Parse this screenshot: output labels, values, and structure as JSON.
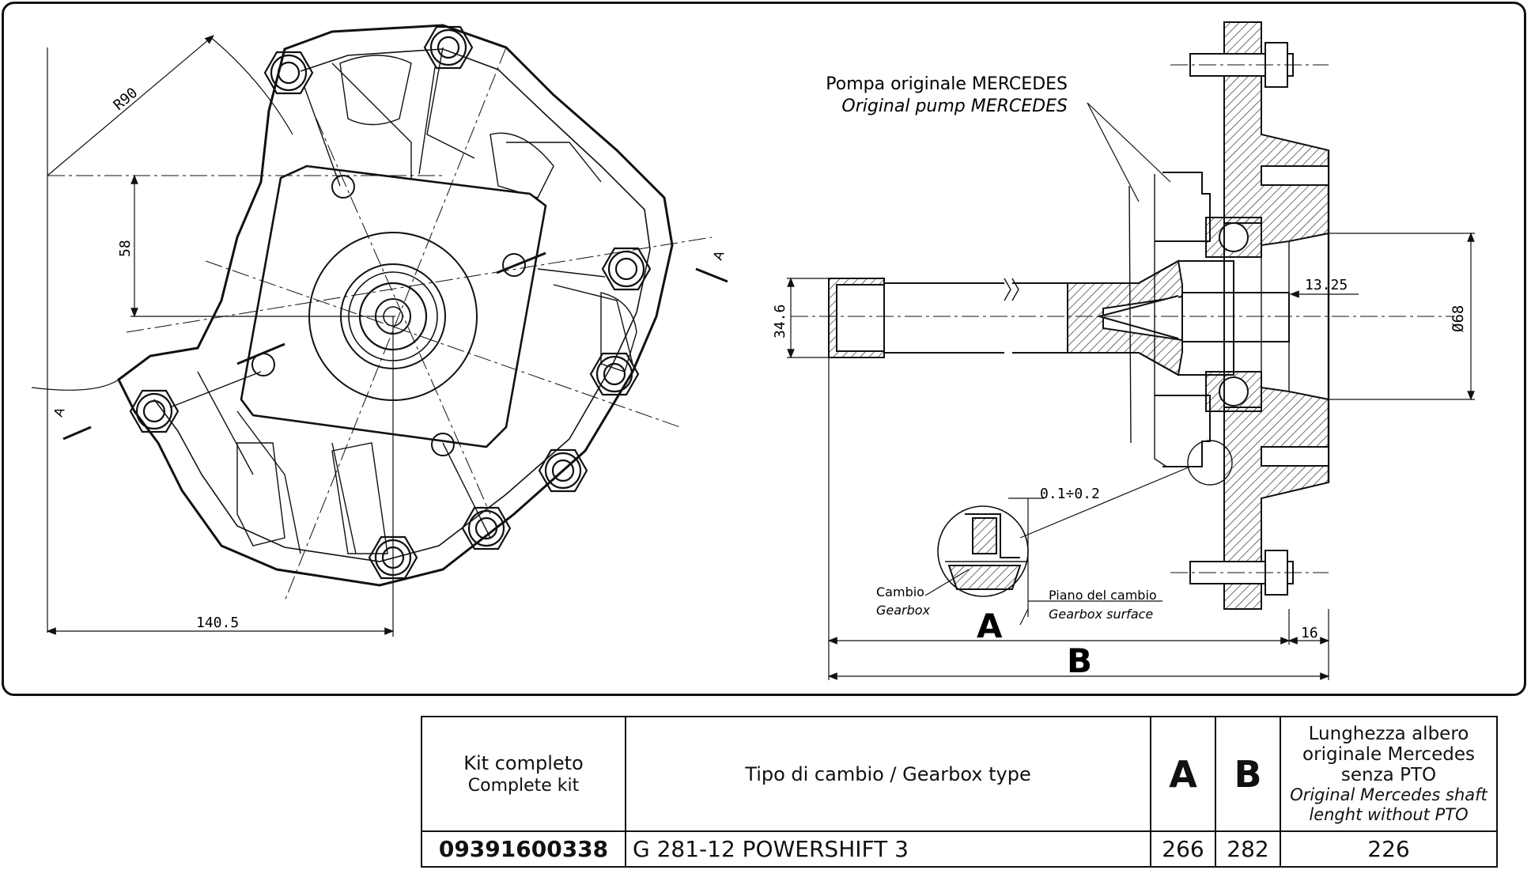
{
  "drawing": {
    "dimensions": {
      "radius": "R90",
      "height_58": "58",
      "width_140_5": "140.5",
      "section_mark_left": "A",
      "section_mark_right": "A",
      "shaft_dia": "34.6",
      "dim_13_25": "13.25",
      "dim_68": "Ø68",
      "gap_tolerance": "0.1÷0.2",
      "flange_16": "16"
    },
    "callouts": {
      "pump_it": "Pompa originale MERCEDES",
      "pump_en": "Original pump MERCEDES",
      "gearbox_it": "Cambio",
      "gearbox_en": "Gearbox",
      "surface_it": "Piano del cambio",
      "surface_en": "Gearbox surface",
      "detail_label": "A",
      "length_label": "B"
    }
  },
  "table": {
    "headers": {
      "kit_it": "Kit completo",
      "kit_en": "Complete kit",
      "gearbox_type": "Tipo di cambio / Gearbox type",
      "col_a": "A",
      "col_b": "B",
      "len_it_1": "Lunghezza albero",
      "len_it_2": "originale Mercedes",
      "len_it_3": "senza PTO",
      "len_en_1": "Original Mercedes shaft",
      "len_en_2": "lenght without PTO"
    },
    "rows": [
      {
        "kit": "09391600338",
        "gearbox": "G 281-12 POWERSHIFT 3",
        "a": "266",
        "b": "282",
        "length": "226"
      }
    ]
  }
}
